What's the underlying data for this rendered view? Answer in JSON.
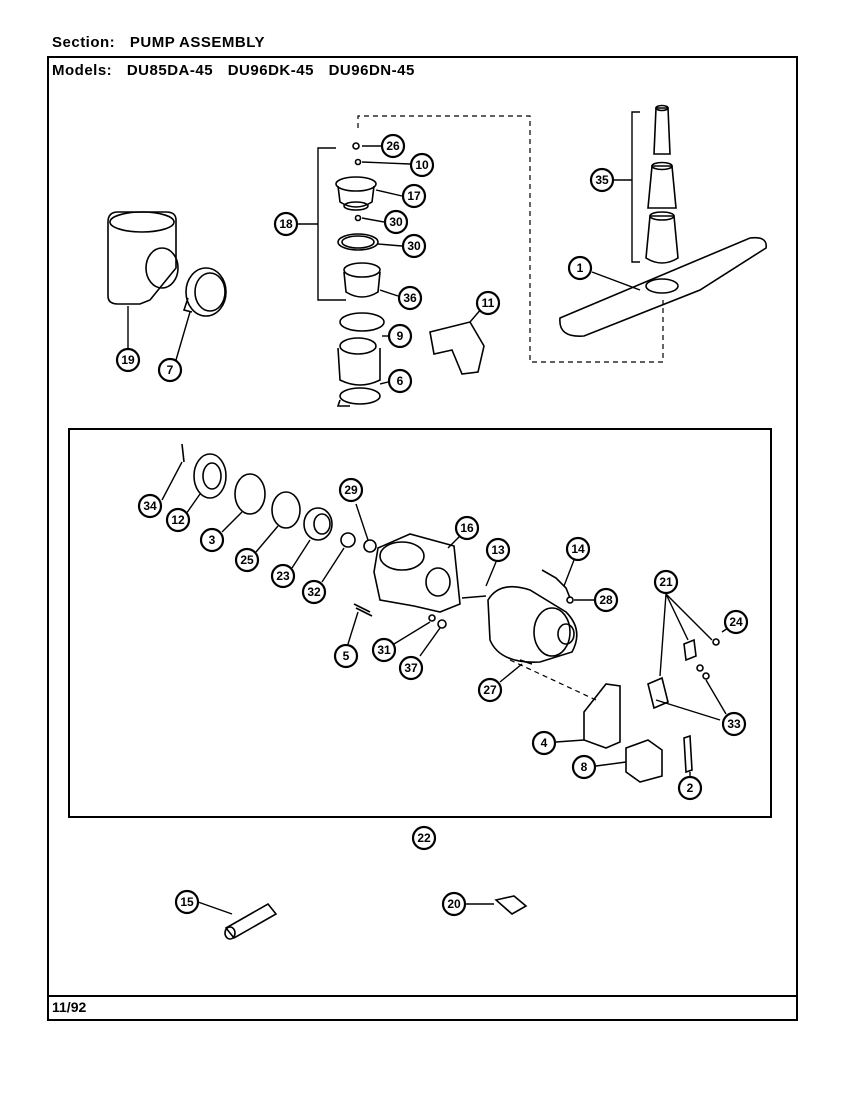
{
  "header": {
    "section_label": "Section:",
    "section_value": "PUMP ASSEMBLY",
    "models_label": "Models:",
    "models": [
      "DU85DA-45",
      "DU96DK-45",
      "DU96DN-45"
    ]
  },
  "footer": {
    "date_code": "11/92"
  },
  "callouts": {
    "c26": "26",
    "c10a": "10",
    "c17": "17",
    "c30a": "30",
    "c30b": "30",
    "c18": "18",
    "c36": "36",
    "c9": "9",
    "c6": "6",
    "c11": "11",
    "c19": "19",
    "c7": "7",
    "c35": "35",
    "c1": "1",
    "c34": "34",
    "c12": "12",
    "c3": "3",
    "c25": "25",
    "c23": "23",
    "c32": "32",
    "c29": "29",
    "c16": "16",
    "c13": "13",
    "c14": "14",
    "c28": "28",
    "c21": "21",
    "c24": "24",
    "c33": "33",
    "c5": "5",
    "c31": "31",
    "c37": "37",
    "c27": "27",
    "c4": "4",
    "c8": "8",
    "c2": "2",
    "c22": "22",
    "c15": "15",
    "c20": "20"
  }
}
